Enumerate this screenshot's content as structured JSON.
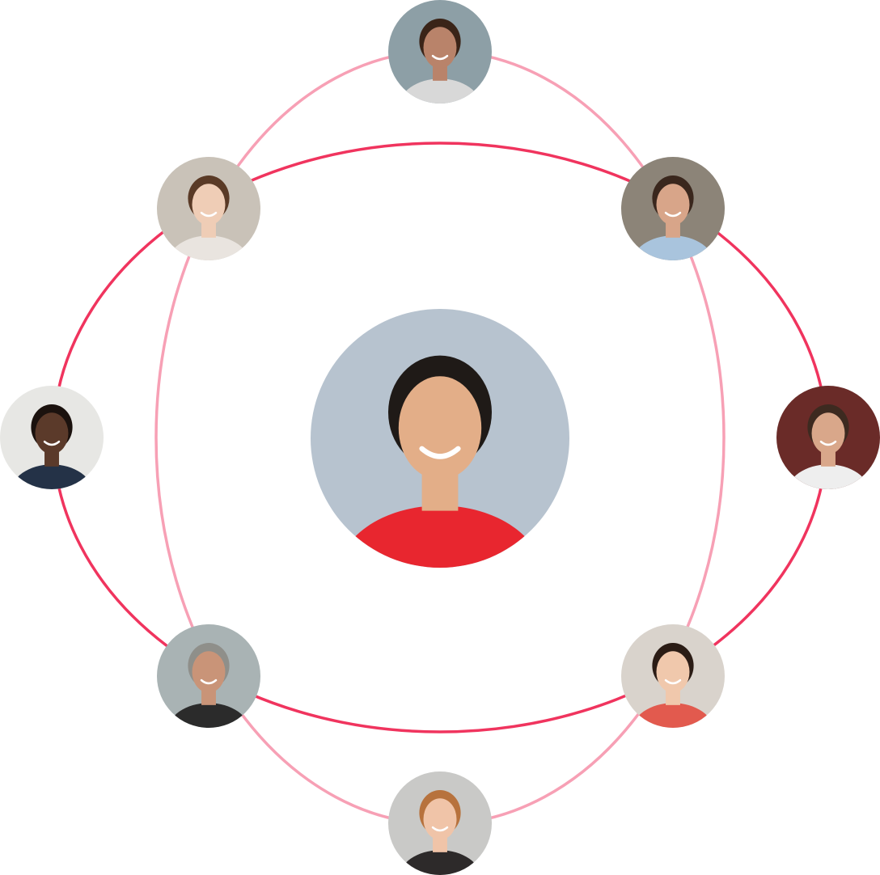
{
  "colors": {
    "ring_outer": "#f0345e",
    "ring_inner": "#f7a0b5"
  },
  "avatars": [
    {
      "id": "top",
      "bg": "#8d9fa6",
      "skin": "#b9836a",
      "hair": "#3a2418",
      "shirt": "#d8d8d8"
    },
    {
      "id": "top-left",
      "bg": "#c9c2b8",
      "skin": "#efcdb6",
      "hair": "#5a3a26",
      "shirt": "#e9e4df"
    },
    {
      "id": "top-right",
      "bg": "#8c8478",
      "skin": "#d8a589",
      "hair": "#3a271d",
      "shirt": "#a9c4dd"
    },
    {
      "id": "left",
      "bg": "#e7e7e4",
      "skin": "#5b3a2a",
      "hair": "#1b120e",
      "shirt": "#243247"
    },
    {
      "id": "right",
      "bg": "#6a2b28",
      "skin": "#d9a78a",
      "hair": "#3d2a20",
      "shirt": "#eeeeee"
    },
    {
      "id": "bottom-left",
      "bg": "#a9b3b4",
      "skin": "#c99478",
      "hair": "#8f8f8a",
      "shirt": "#2b2b2b"
    },
    {
      "id": "bottom-right",
      "bg": "#d9d3cc",
      "skin": "#f0c8ac",
      "hair": "#2b1c15",
      "shirt": "#e25a4e"
    },
    {
      "id": "bottom",
      "bg": "#c9c9c7",
      "skin": "#f0c4a8",
      "hair": "#b7723d",
      "shirt": "#2d2a2a"
    },
    {
      "id": "center",
      "bg": "#b7c3cf",
      "skin": "#e3ae88",
      "hair": "#1f1a17",
      "shirt": "#e8262f"
    }
  ]
}
